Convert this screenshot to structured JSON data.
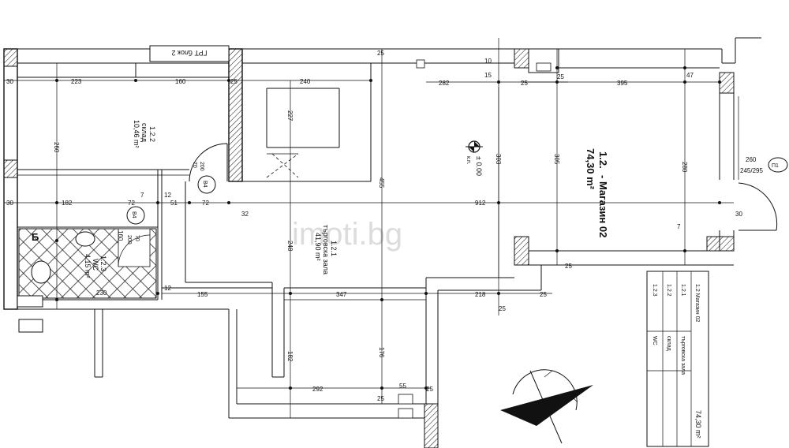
{
  "watermark": "imoti.bg",
  "block_label": "ГРТ блок 2",
  "rooms": {
    "storage": {
      "code": "1.2.2",
      "name": "склад",
      "area": "10,46 m²"
    },
    "sales_hall": {
      "code": "1.2.1",
      "name": "търговска зала",
      "area": "41,90 m²"
    },
    "wc": {
      "code": "1.2.3",
      "name": "WC",
      "area": "4,15 m²"
    },
    "shop": {
      "code": "1.2.",
      "name": "- Магазин 02",
      "area": "74,30 m²"
    }
  },
  "doors": {
    "d1": {
      "code": "B4",
      "size_w": "70",
      "size_h": "200"
    },
    "d2": {
      "code": "B4",
      "size_w": "70",
      "size_h": "200"
    },
    "p1": {
      "code": "П1",
      "size_top": "260",
      "size_bottom": "245/295"
    }
  },
  "level_marker": {
    "value": "± 0.00",
    "sub": "к.п."
  },
  "wc_label": "Б",
  "dims": {
    "d30a": "30",
    "d223": "223",
    "d160": "160",
    "d25a": "25",
    "d240": "240",
    "d282": "282",
    "d25b": "25",
    "d395": "395",
    "d47": "47",
    "d30b": "30",
    "d182": "182",
    "d7a": "7",
    "d12a": "12",
    "d72a": "72",
    "d51": "51",
    "d72b": "72",
    "d32": "32",
    "d912": "912",
    "d30c": "30",
    "d260v": "260",
    "d160v": "160",
    "d227": "227",
    "d455": "455",
    "d303": "303",
    "d305": "305",
    "d280": "280",
    "d248": "248",
    "d12b": "12",
    "d155": "155",
    "d347": "347",
    "d218": "218",
    "d25c": "25",
    "d230": "230",
    "d182b": "182",
    "d176": "176",
    "d292": "292",
    "d55": "55",
    "d25d": "25",
    "d25e": "25",
    "d7b": "7",
    "d25f": "25",
    "d25g": "25",
    "d10": "10",
    "d15": "15",
    "d25h": "25",
    "d25i": "25"
  },
  "legend": {
    "title": "1.2 Магазин 02",
    "rows": [
      {
        "code": "1.2.1",
        "name": "търговска зала"
      },
      {
        "code": "1.2.2",
        "name": "склад"
      },
      {
        "code": "1.2.3",
        "name": "WC"
      }
    ],
    "total": "74,30 m²"
  }
}
